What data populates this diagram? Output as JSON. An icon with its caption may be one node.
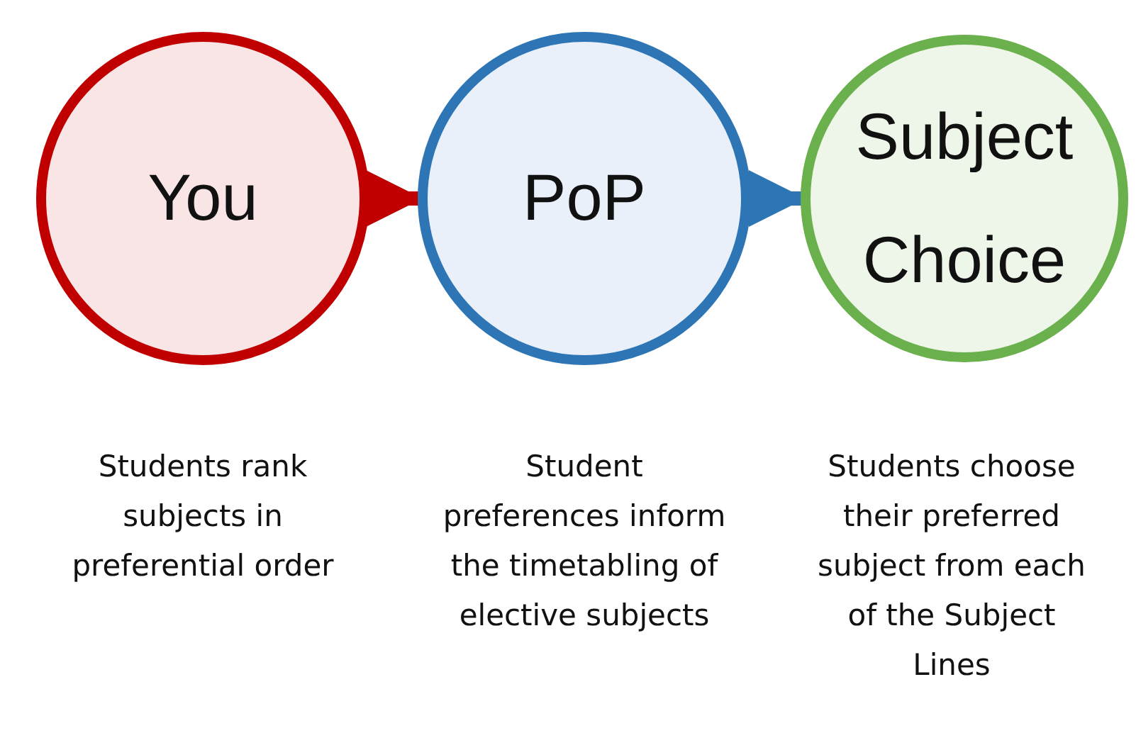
{
  "diagram": {
    "nodes": [
      {
        "text": [
          "You"
        ],
        "beside": [
          "Students rank subjects in preferential order"
        ]
      },
      {
        "text": [
          "PoP"
        ],
        "beside": [
          "Student preferences inform the timetabling of elective subjects"
        ]
      },
      {
        "text": [
          "Subject Choice"
        ],
        "beside": [
          "Students choose their preferred subject from each of the Subject Lines"
        ]
      }
    ],
    "edges": [
      {
        "from": 0,
        "to": 1,
        "arrow": "to",
        "color": "#c00000"
      },
      {
        "from": 1,
        "to": 2,
        "arrow": "to",
        "color": "#2e75b6"
      }
    ]
  }
}
